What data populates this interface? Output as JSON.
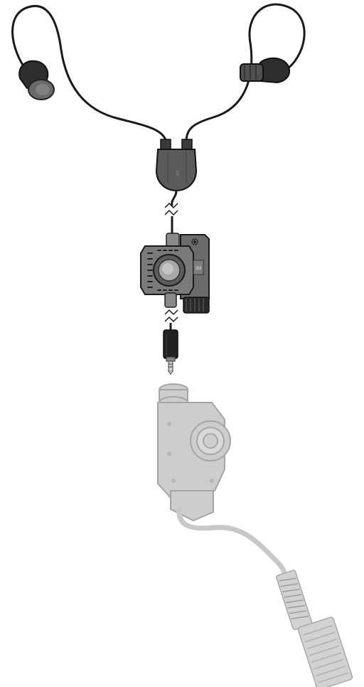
{
  "image": {
    "background": "#ffffff",
    "colors": {
      "cable": "#1a1a1a",
      "earbud_body": "#2e2e2e",
      "earbud_tip": "#6a6a6a",
      "splitter": "#5a5a5a",
      "adapter_body": "#6b6b6b",
      "adapter_ring": "#9a9a9a",
      "plug": "#222222",
      "ghost_device": "#c8c8c8",
      "ghost_outline": "#a9a9a9"
    },
    "components": [
      "earbud-left",
      "earbud-right",
      "y-splitter",
      "ptt-adapter",
      "audio-plug",
      "radio-ptt-ghost",
      "radio-connector-ghost"
    ]
  }
}
